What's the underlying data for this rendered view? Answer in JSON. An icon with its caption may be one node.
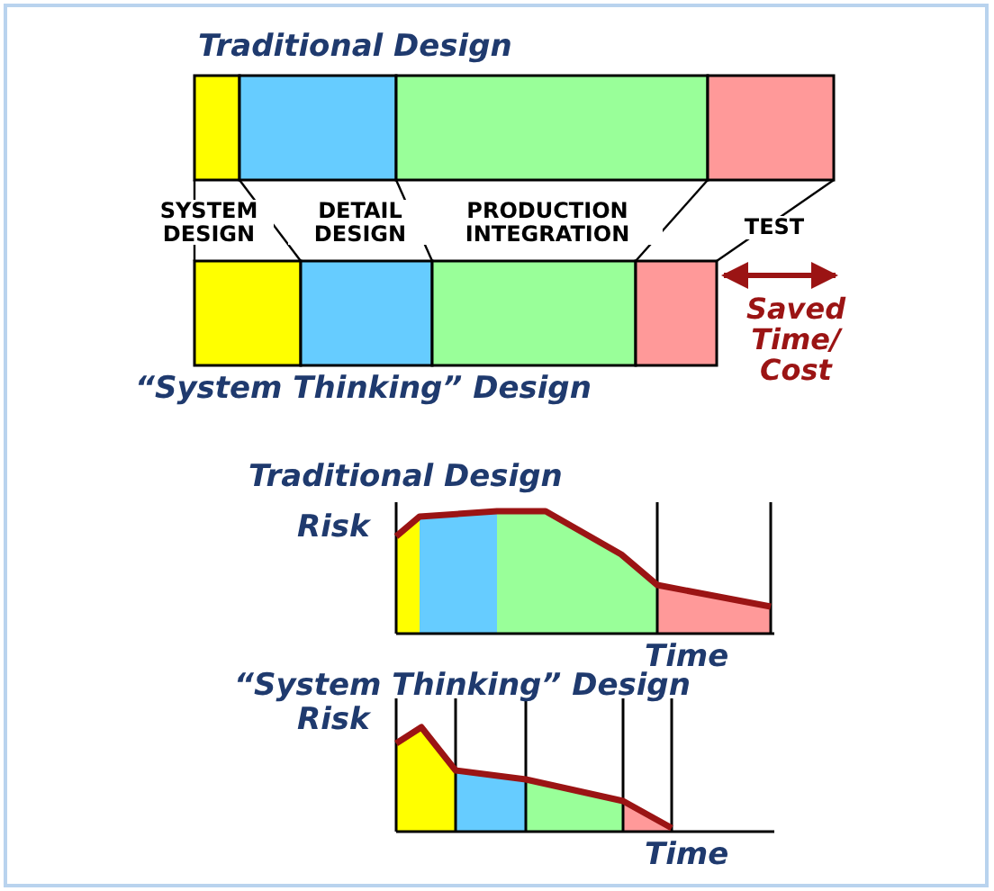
{
  "diagram": {
    "labels": [
      "Traditional Design",
      "SYSTEM DESIGN",
      "DETAIL DESIGN",
      "PRODUCTION INTEGRATION",
      "TEST",
      "Saved Time/ Cost",
      "“System Thinking” Design",
      "Traditional Design",
      "Risk",
      "Time",
      "“System Thinking” Design",
      "Risk",
      "Time"
    ]
  }
}
